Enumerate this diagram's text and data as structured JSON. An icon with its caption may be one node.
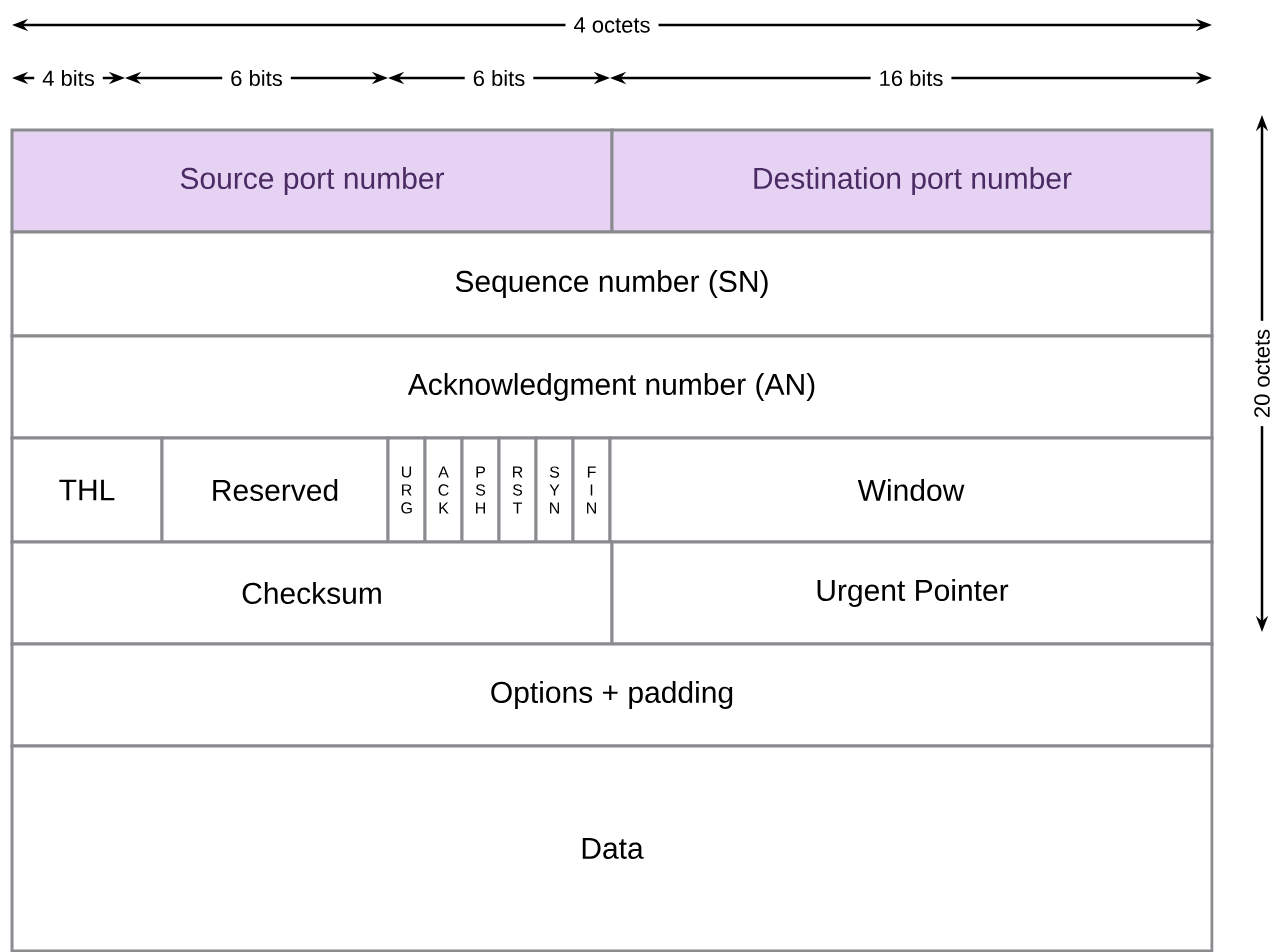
{
  "diagram": {
    "nodes": [
      {
        "text": [
          "Source port number"
        ]
      },
      {
        "text": [
          "Destination port number"
        ]
      },
      {
        "text": [
          "Sequence number (SN)"
        ]
      },
      {
        "text": [
          "Acknowledgment number (AN)"
        ]
      },
      {
        "text": [
          "THL"
        ]
      },
      {
        "text": [
          "Reserved"
        ]
      },
      {
        "text": [
          "U R G"
        ]
      },
      {
        "text": [
          "A C K"
        ]
      },
      {
        "text": [
          "P S H"
        ]
      },
      {
        "text": [
          "R S T"
        ]
      },
      {
        "text": [
          "S Y N"
        ]
      },
      {
        "text": [
          "F I N"
        ]
      },
      {
        "text": [
          "Window"
        ]
      },
      {
        "text": [
          "Checksum"
        ]
      },
      {
        "text": [
          "Urgent Pointer"
        ]
      },
      {
        "text": [
          "Options + padding"
        ]
      },
      {
        "text": [
          "Data"
        ]
      }
    ],
    "labels": [
      "4 octets",
      "4 bits",
      "6 bits",
      "6 bits",
      "16 bits",
      "20 octets"
    ]
  }
}
